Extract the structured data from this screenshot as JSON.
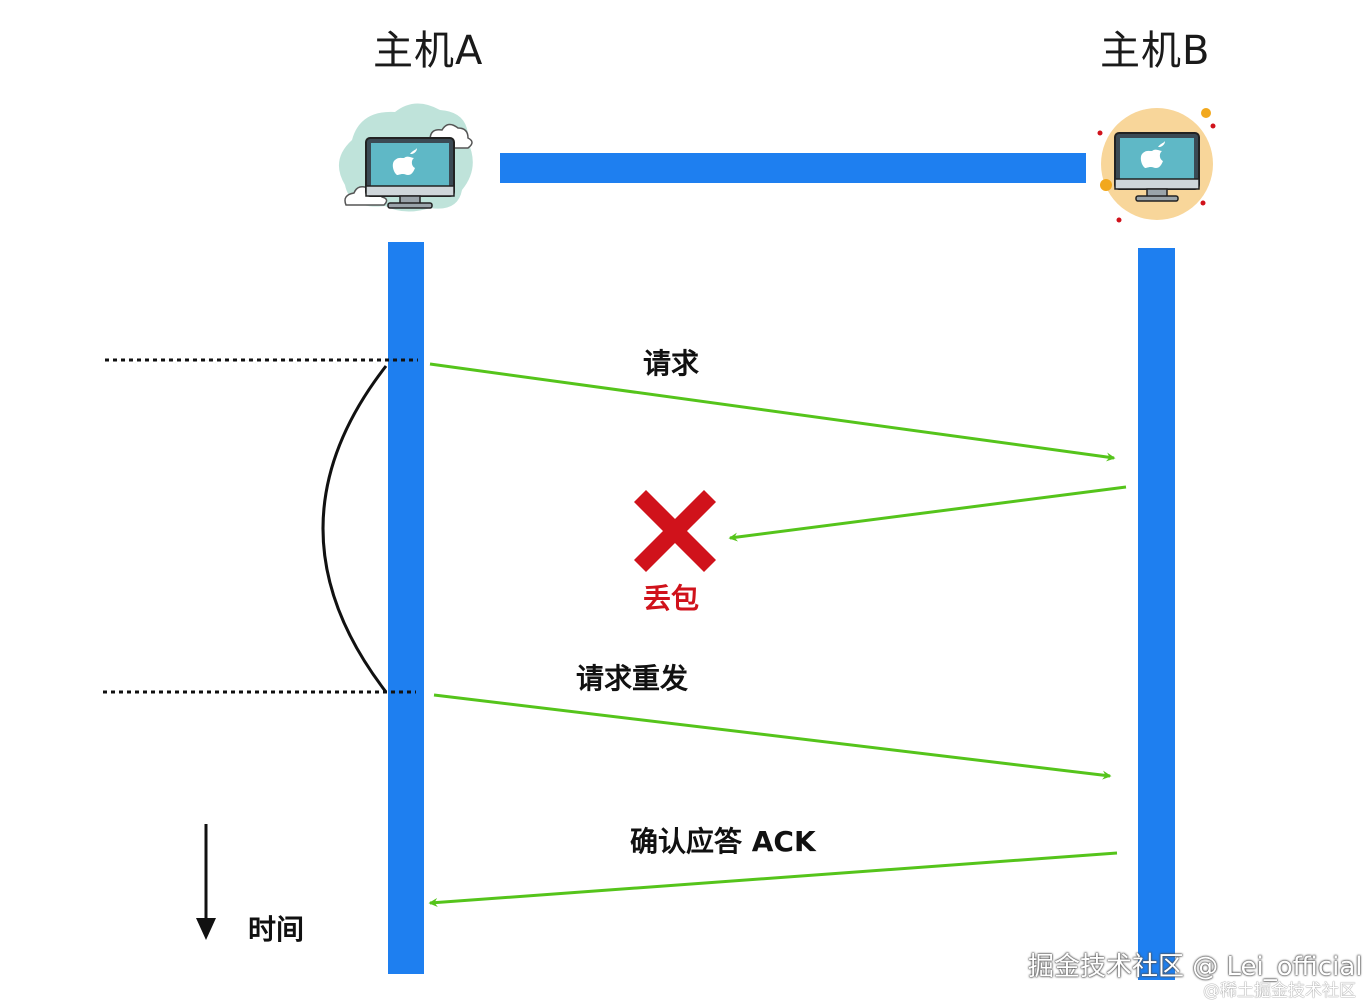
{
  "hosts": {
    "a": {
      "title": "主机A"
    },
    "b": {
      "title": "主机B"
    }
  },
  "messages": {
    "request": "请求",
    "lost": "丢包",
    "resend": "请求重发",
    "ack": "确认应答 ACK"
  },
  "time_label": "时间",
  "icons": {
    "host_a": "computer-icon",
    "host_b": "computer-icon",
    "lost": "cross-icon",
    "time": "arrow-down-icon"
  },
  "colors": {
    "lane": "#1e7ff0",
    "message_arrow": "#55c41b",
    "lost_mark": "#d0121b",
    "host_a_bg": "#bfe3da",
    "host_b_bg": "#f8d69a"
  },
  "watermark": {
    "main": "掘金技术社区 @ Lei_official",
    "sub": "@稀土掘金技术社区"
  }
}
